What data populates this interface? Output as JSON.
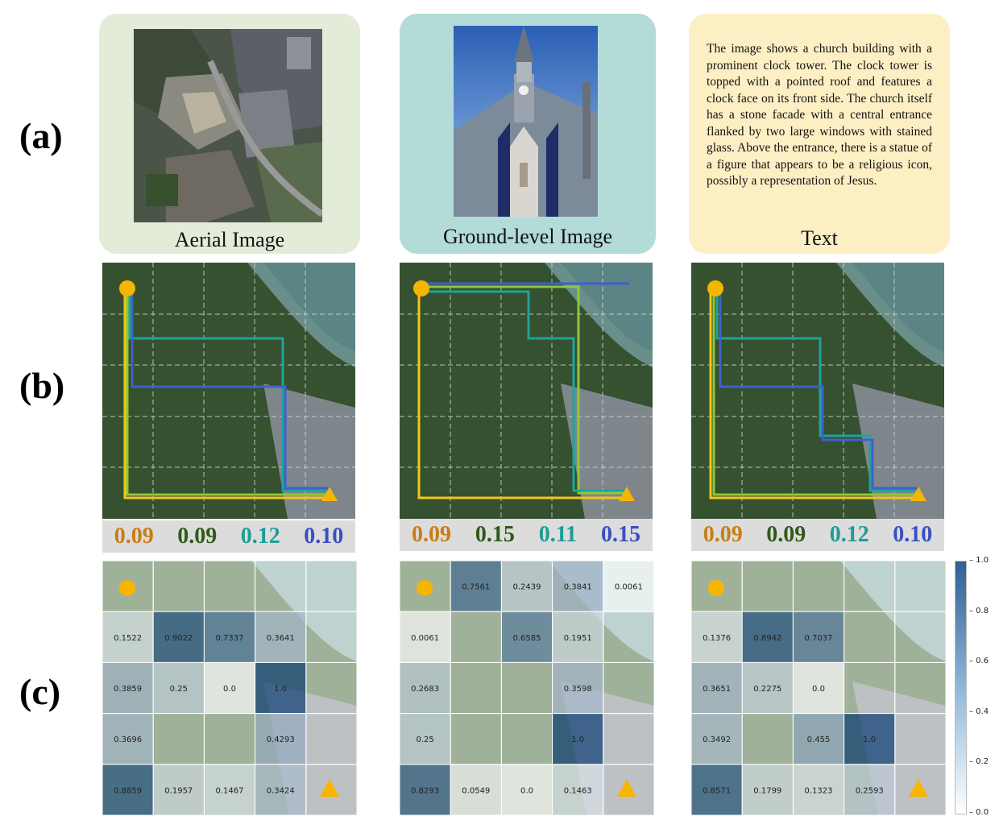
{
  "row_labels": {
    "a": "(a)",
    "b": "(b)",
    "c": "(c)"
  },
  "row_a": {
    "aerial_caption": "Aerial Image",
    "ground_caption": "Ground-level Image",
    "text_caption": "Text",
    "text_description": "The image shows a church building with a prominent clock tower. The clock tower is topped with a pointed roof and features a clock face on its front side. The church itself has a stone facade with a central entrance flanked by two large windows with stained glass. Above the entrance, there is a statue of a figure that appears to be a religious icon, possibly a representation of Jesus.",
    "colors": {
      "aerial_bg": "#e2ecd9",
      "ground_bg": "#b3dcd9",
      "text_bg": "#fdefc4"
    }
  },
  "row_b": {
    "path_colors": [
      "#f5c518",
      "#8fc83c",
      "#1fa39a",
      "#3f5fd0"
    ],
    "score_colors": [
      "#c87d16",
      "#2f5a1a",
      "#1f9c96",
      "#3a4fbf"
    ],
    "panels": [
      {
        "scores": [
          "0.09",
          "0.09",
          "0.12",
          "0.10"
        ]
      },
      {
        "scores": [
          "0.09",
          "0.15",
          "0.11",
          "0.15"
        ]
      },
      {
        "scores": [
          "0.09",
          "0.09",
          "0.12",
          "0.10"
        ]
      }
    ]
  },
  "row_c": {
    "colorbar_ticks": [
      "1.0",
      "0.8",
      "0.6",
      "0.4",
      "0.2",
      "0.0"
    ],
    "panels": [
      {
        "cells": [
          [
            "",
            "",
            "",
            "",
            ""
          ],
          [
            "0.1522",
            "0.9022",
            "0.7337",
            "0.3641",
            ""
          ],
          [
            "0.3859",
            "0.25",
            "0.0",
            "1.0",
            ""
          ],
          [
            "0.3696",
            "",
            "",
            "0.4293",
            ""
          ],
          [
            "0.8859",
            "0.1957",
            "0.1467",
            "0.3424",
            ""
          ]
        ]
      },
      {
        "cells": [
          [
            "",
            "0.7561",
            "0.2439",
            "0.3841",
            "0.0061"
          ],
          [
            "0.0061",
            "",
            "0.6585",
            "0.1951",
            ""
          ],
          [
            "0.2683",
            "",
            "",
            "0.3598",
            ""
          ],
          [
            "0.25",
            "",
            "",
            "1.0",
            ""
          ],
          [
            "0.8293",
            "0.0549",
            "0.0",
            "0.1463",
            ""
          ]
        ]
      },
      {
        "cells": [
          [
            "",
            "",
            "",
            "",
            ""
          ],
          [
            "0.1376",
            "0.8942",
            "0.7037",
            "",
            ""
          ],
          [
            "0.3651",
            "0.2275",
            "0.0",
            "",
            ""
          ],
          [
            "0.3492",
            "",
            "0.455",
            "1.0",
            ""
          ],
          [
            "0.8571",
            "0.1799",
            "0.1323",
            "0.2593",
            ""
          ]
        ]
      }
    ]
  },
  "markers": {
    "start_color": "#f7b500",
    "goal_color": "#f7b500"
  }
}
